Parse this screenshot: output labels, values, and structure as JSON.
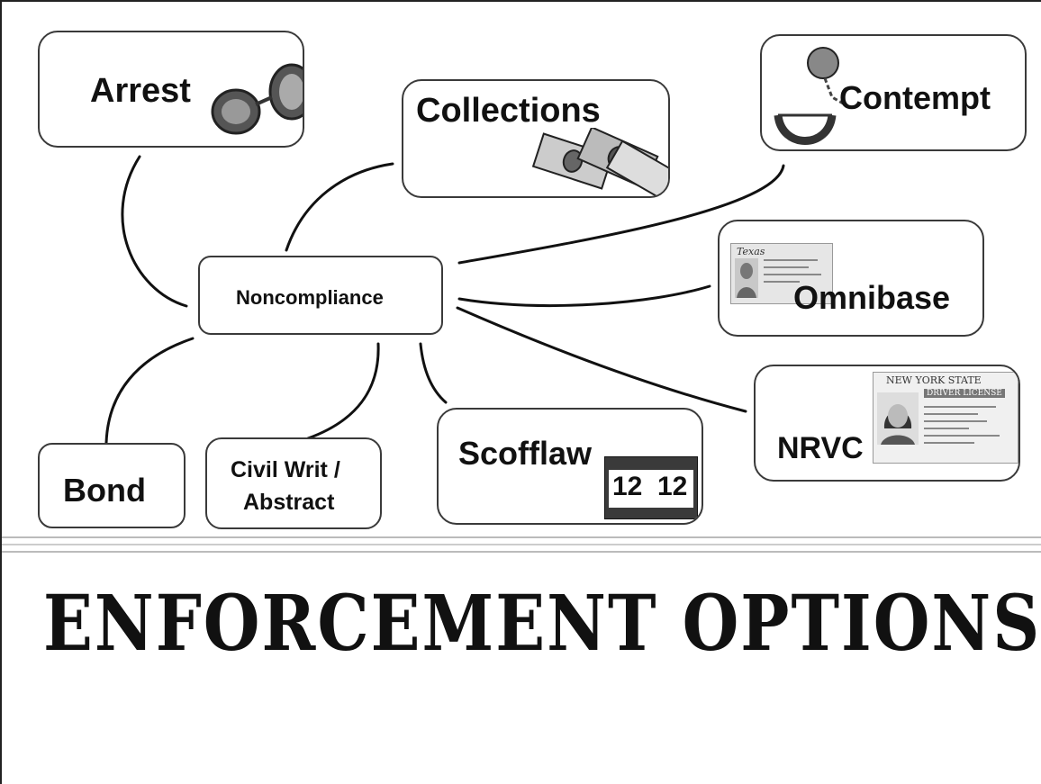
{
  "slide": {
    "title": "ENFORCEMENT OPTIONS"
  },
  "diagram": {
    "center": "Noncompliance",
    "nodes": {
      "arrest": "Arrest",
      "collections": "Collections",
      "contempt": "Contempt",
      "omnibase": "Omnibase",
      "nrvc": "NRVC",
      "scofflaw": "Scofflaw",
      "civil_writ_line1": "Civil Writ /",
      "civil_writ_line2": "Abstract",
      "bond": "Bond"
    },
    "license_texts": {
      "ny_state": "NEW YORK STATE",
      "driver_license": "DRIVER LICENSE",
      "texas": "Texas",
      "plate_left": "12",
      "plate_right": "12"
    }
  }
}
